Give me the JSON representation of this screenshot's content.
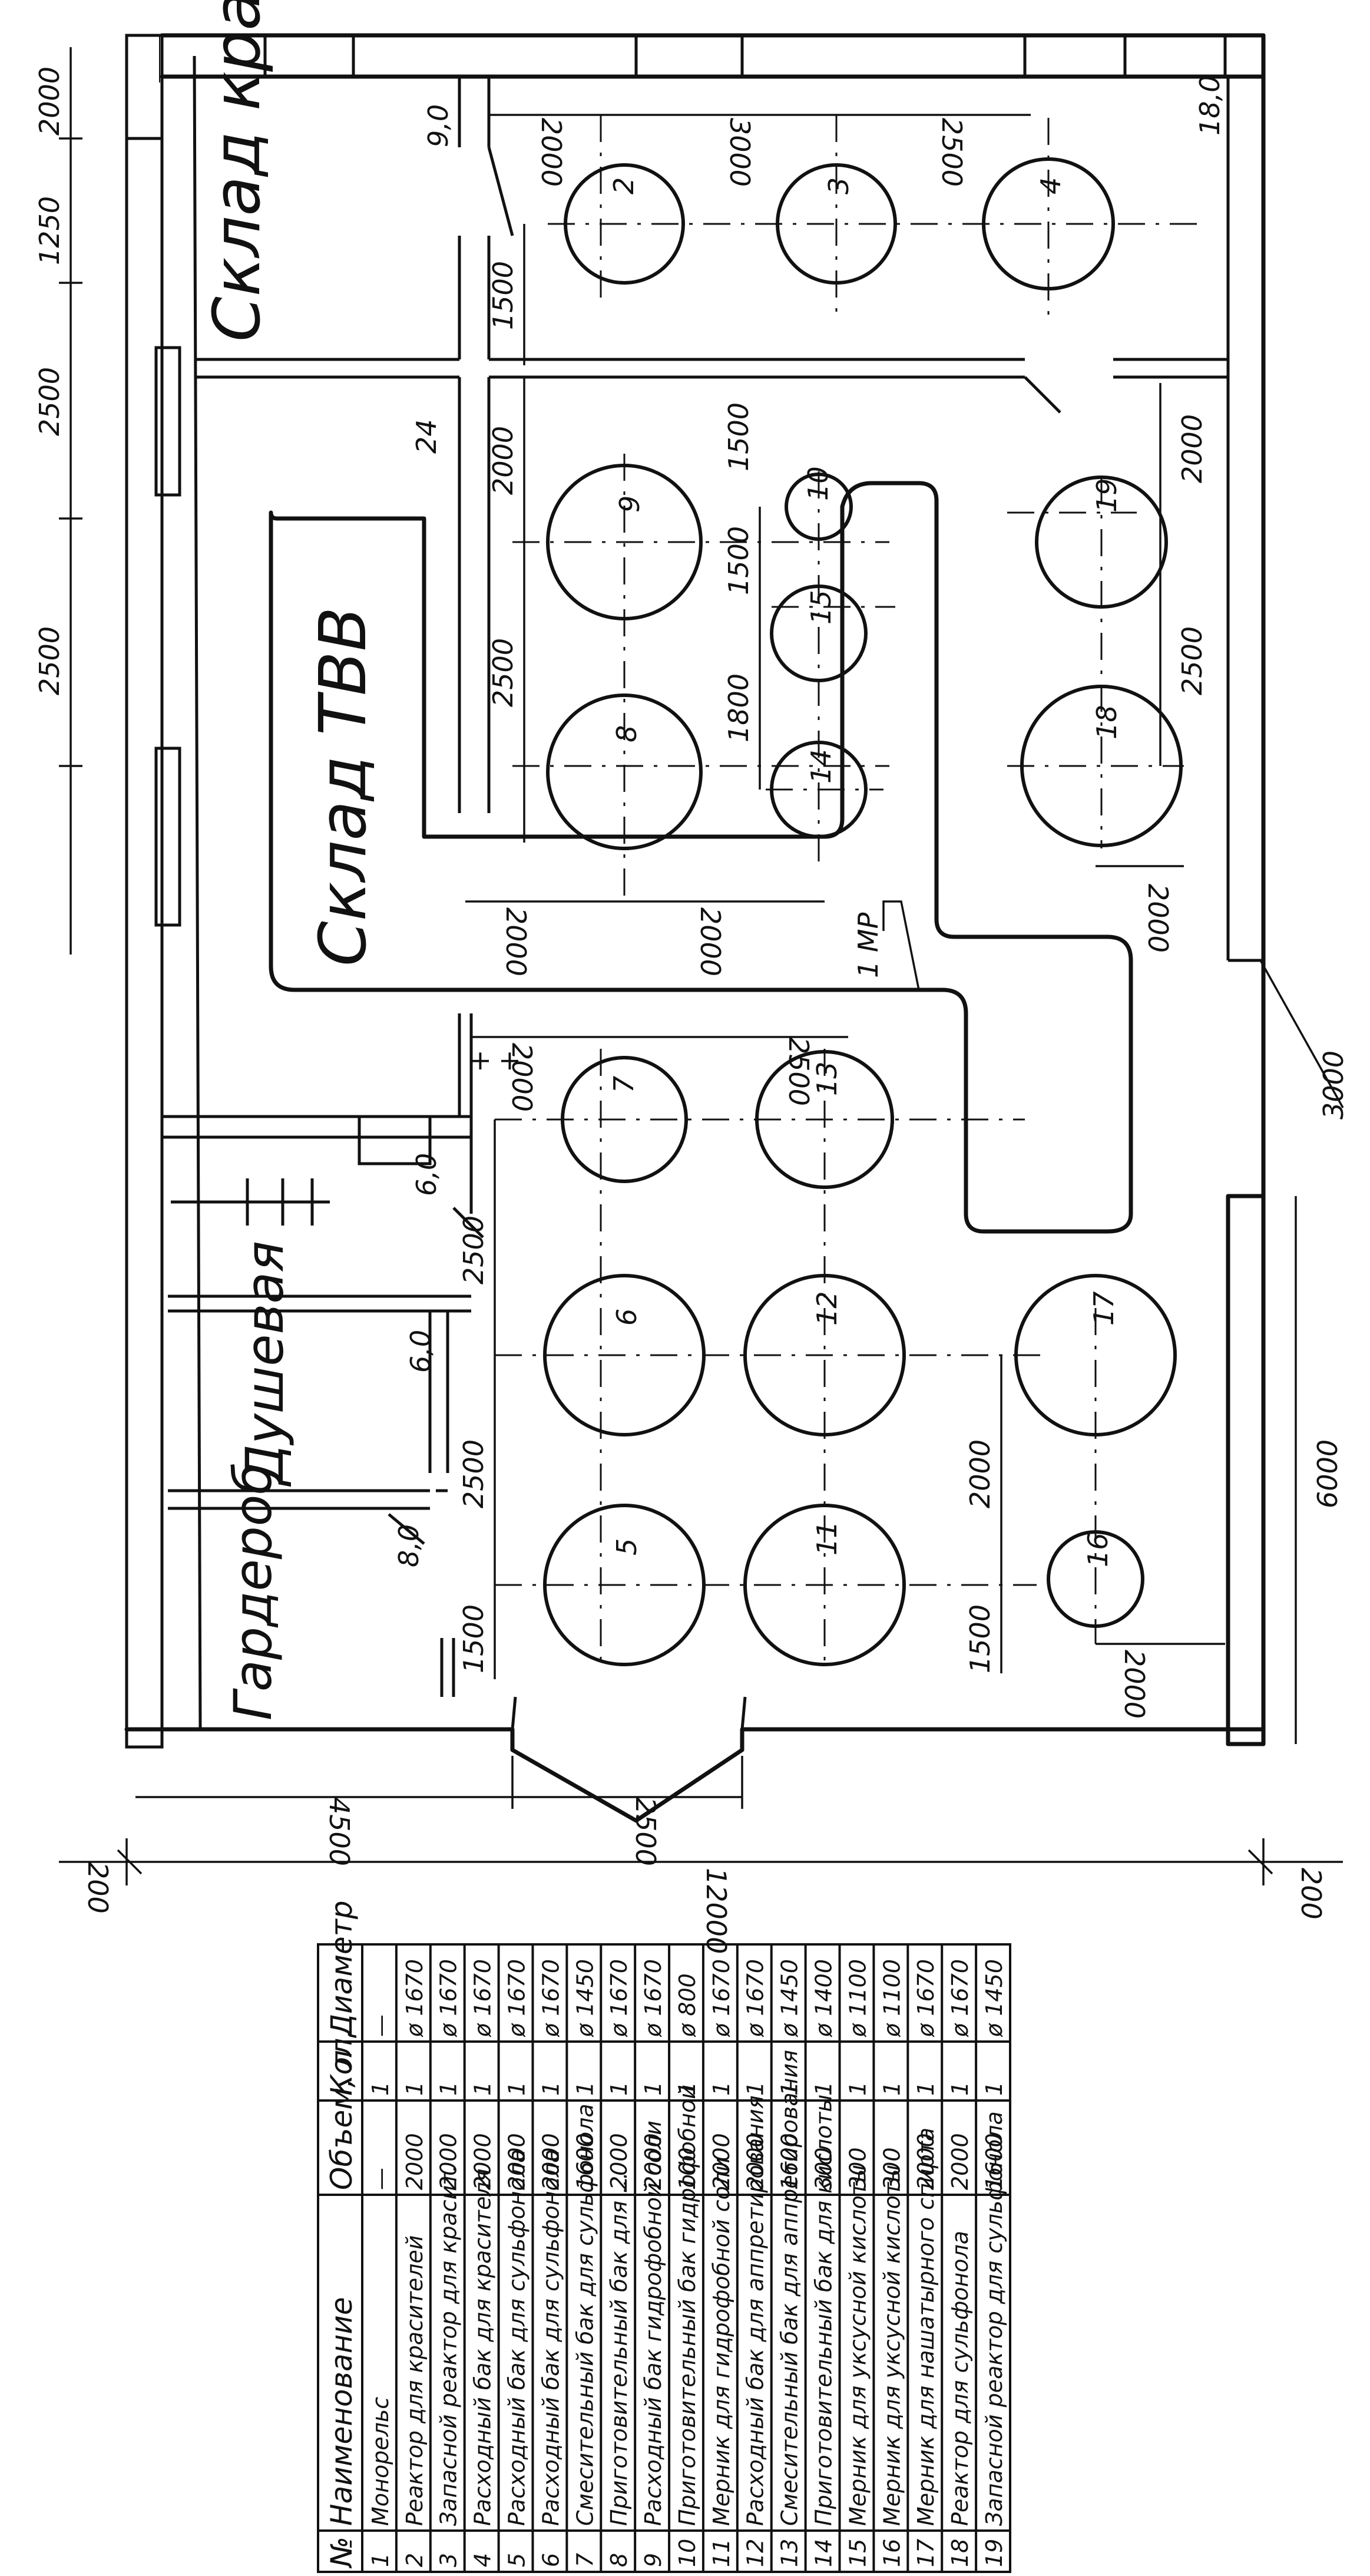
{
  "rooms": {
    "dye_store": "Склад красителей",
    "tvv_store": "Склад ТВВ",
    "shower": "Душевая",
    "wardrobe": "Гардероб",
    "area_dye": "9,0",
    "area_dye_right": "18,0",
    "area_tvv": "24",
    "area_shower": "6,0",
    "area_small": "6,0",
    "area_wardrobe": "8,0",
    "mark_1mp": "1 МР"
  },
  "dimensions": {
    "top_chain": [
      "2000",
      "1250",
      "2500",
      "2500"
    ],
    "right_1": "3000",
    "right_2": "6000",
    "bottom_span": "12000",
    "bottom_left": "4500",
    "bottom_bay": "2500",
    "bottom_200_left": "200",
    "bottom_200_right": "200",
    "inner": {
      "d2000_a": "2000",
      "d3000_a": "3000",
      "d2500_a": "2500",
      "d1500_a": "1500",
      "d2000_b": "2000",
      "d1500_b": "1500",
      "d1500_c": "1500",
      "d2500_b": "2500",
      "d1800": "1800",
      "d2000_c": "2000",
      "d2000_d": "2000",
      "d2000_e": "2000",
      "d2000_f": "2000",
      "d2500_c": "2500",
      "d2500_d": "2500",
      "d2000_g": "2000",
      "d2500_e": "2500",
      "d2500_f": "2500",
      "d1500_d": "1500",
      "d2000_h": "2000",
      "d1500_e": "1500",
      "d2000_i": "2000"
    }
  },
  "tank_numbers": [
    "2",
    "3",
    "4",
    "5",
    "6",
    "7",
    "8",
    "9",
    "10",
    "11",
    "12",
    "13",
    "14",
    "15",
    "16",
    "17",
    "18",
    "19"
  ],
  "table": {
    "headers": [
      "№",
      "Наименование",
      "Объем, л",
      "Кол.",
      "Диаметр"
    ],
    "rows": [
      [
        "1",
        "Монорельс",
        "—",
        "1",
        "—"
      ],
      [
        "2",
        "Реактор для красителей",
        "2000",
        "1",
        "ø 1670"
      ],
      [
        "3",
        "Запасной реактор для красит.",
        "2000",
        "1",
        "ø 1670"
      ],
      [
        "4",
        "Расходный бак для красителя",
        "2000",
        "1",
        "ø 1670"
      ],
      [
        "5",
        "Расходный бак для сульфонола",
        "2000",
        "1",
        "ø 1670"
      ],
      [
        "6",
        "Расходный бак для сульфонола",
        "2000",
        "1",
        "ø 1670"
      ],
      [
        "7",
        "Смесительный бак для сульфонола",
        "1600",
        "1",
        "ø 1450"
      ],
      [
        "8",
        "Приготовительный бак для ...",
        "2000",
        "1",
        "ø 1670"
      ],
      [
        "9",
        "Расходный бак гидрофобной соли",
        "2000",
        "1",
        "ø 1670"
      ],
      [
        "10",
        "Приготовительный бак гидрофобной",
        "100",
        "1",
        "ø 800"
      ],
      [
        "11",
        "Мерник для гидрофобной соли",
        "2000",
        "1",
        "ø 1670"
      ],
      [
        "12",
        "Расходный бак для аппретирования",
        "2000",
        "1",
        "ø 1670"
      ],
      [
        "13",
        "Смесительный бак для аппретирования",
        "1600",
        "1",
        "ø 1450"
      ],
      [
        "14",
        "Приготовительный бак для кислоты",
        "300",
        "1",
        "ø 1400"
      ],
      [
        "15",
        "Мерник для уксусной кислоты",
        "300",
        "1",
        "ø 1100"
      ],
      [
        "16",
        "Мерник для уксусной кислоты",
        "300",
        "1",
        "ø 1100"
      ],
      [
        "17",
        "Мерник для нашатырного спирта",
        "2000",
        "1",
        "ø 1670"
      ],
      [
        "18",
        "Реактор для сульфонола",
        "2000",
        "1",
        "ø 1670"
      ],
      [
        "19",
        "Запасной реактор для сульфонола",
        "1600",
        "1",
        "ø 1450"
      ]
    ]
  }
}
